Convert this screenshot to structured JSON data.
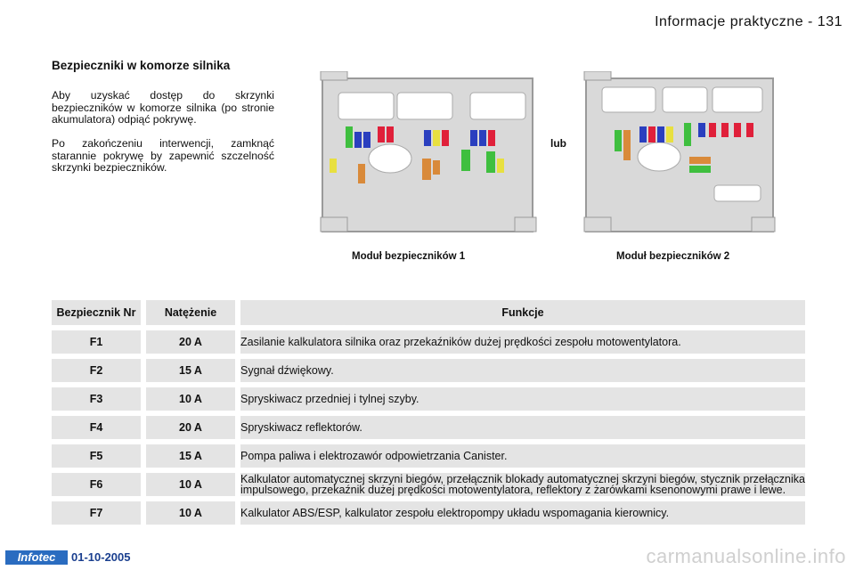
{
  "header": {
    "title": "Informacje praktyczne - 131"
  },
  "section": {
    "title": "Bezpieczniki w komorze silnika",
    "paragraph1": "Aby uzyskać dostęp do skrzynki bezpieczników w komorze silnika (po stronie akumulatora) odpiąć pokrywę.",
    "paragraph2": "Po zakończeniu interwencji, zamknąć starannie pokrywę by zapewnić szczelność skrzynki bezpieczników."
  },
  "diagram": {
    "or_label": "lub",
    "module1_caption": "Moduł bezpieczników 1",
    "module2_caption": "Moduł bezpieczników 2"
  },
  "table": {
    "headers": [
      "Bezpiecznik Nr",
      "Natężenie",
      "Funkcje"
    ],
    "rows": [
      [
        "F1",
        "20 A",
        "Zasilanie kalkulatora silnika oraz przekaźników dużej prędkości zespołu motowentylatora."
      ],
      [
        "F2",
        "15 A",
        "Sygnał dźwiękowy."
      ],
      [
        "F3",
        "10 A",
        "Spryskiwacz przedniej i tylnej szyby."
      ],
      [
        "F4",
        "20 A",
        "Spryskiwacz reflektorów."
      ],
      [
        "F5",
        "15 A",
        "Pompa paliwa i elektrozawór odpowietrzania Canister."
      ],
      [
        "F6",
        "10 A",
        "Kalkulator automatycznej skrzyni biegów, przełącznik blokady automatycznej skrzyni biegów, stycznik przełącznika impulsowego, przekaźnik dużej prędkości motowentylatora, reflektory z żarówkami ksenonowymi prawe i lewe."
      ],
      [
        "F7",
        "10 A",
        "Kalkulator ABS/ESP, kalkulator zespołu elektropompy układu wspomagania kierownicy."
      ]
    ]
  },
  "footer": {
    "badge": "Infotec",
    "date": "01-10-2005",
    "watermark": "carmanualsonline.info"
  },
  "colors": {
    "accent_blue": "#2a6cc0",
    "module_gray": "#d8d8d8",
    "fuse_red": "#e0203a",
    "fuse_blue": "#2a3fbf",
    "fuse_yellow": "#e8e040",
    "fuse_green": "#3fbf3f",
    "fuse_orange": "#d98a3a"
  }
}
